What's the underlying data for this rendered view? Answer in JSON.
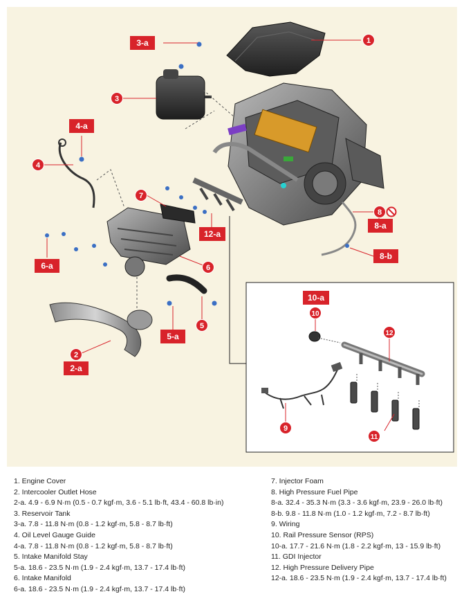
{
  "callouts": {
    "c1": "1",
    "c2": "2",
    "c2a": "2-a",
    "c3": "3",
    "c3a": "3-a",
    "c4": "4",
    "c4a": "4-a",
    "c5": "5",
    "c5a": "5-a",
    "c6": "6",
    "c6a": "6-a",
    "c7": "7",
    "c8": "8",
    "c8a": "8-a",
    "c8b": "8-b",
    "c9": "9",
    "c10": "10",
    "c10a": "10-a",
    "c11": "11",
    "c12": "12",
    "c12a": "12-a"
  },
  "legend": {
    "left": [
      "1. Engine Cover",
      "2. Intercooler Outlet Hose",
      "2-a. 4.9 - 6.9 N·m (0.5 - 0.7 kgf·m, 3.6 - 5.1 lb·ft, 43.4 - 60.8 lb·in)",
      "3. Reservoir Tank",
      "3-a. 7.8 - 11.8 N·m (0.8 - 1.2 kgf·m, 5.8 - 8.7 lb·ft)",
      "4. Oil Level Gauge Guide",
      "4-a. 7.8 - 11.8 N·m (0.8 - 1.2 kgf·m, 5.8 - 8.7 lb·ft)",
      "5. Intake Manifold Stay",
      "5-a. 18.6 - 23.5 N·m (1.9 - 2.4 kgf·m, 13.7 - 17.4 lb·ft)",
      "6. Intake Manifold",
      "6-a. 18.6 - 23.5 N·m (1.9 - 2.4 kgf·m, 13.7 - 17.4 lb·ft)"
    ],
    "right": [
      "7. Injector Foam",
      "8. High Pressure Fuel Pipe",
      "8-a. 32.4 - 35.3 N·m (3.3 - 3.6 kgf·m, 23.9 - 26.0 lb·ft)",
      "8-b. 9.8 - 11.8 N·m (1.0 - 1.2 kgf·m, 7.2 - 8.7 lb·ft)",
      "9. Wiring",
      "10. Rail Pressure Sensor (RPS)",
      "10-a. 17.7 - 21.6 N·m (1.8 - 2.2 kgf·m, 13 - 15.9 lb·ft)",
      "11. GDI Injector",
      "12. High Pressure Delivery Pipe",
      "12-a. 18.6 - 23.5 N·m (1.9 - 2.4 kgf·m, 13.7 - 17.4 lb·ft)"
    ]
  },
  "colors": {
    "background": "#f8f3e1",
    "callout": "#d8232a",
    "part_dark": "#3a3a3a",
    "part_mid": "#7a7a7a",
    "fastener": "#3b6fc4"
  }
}
